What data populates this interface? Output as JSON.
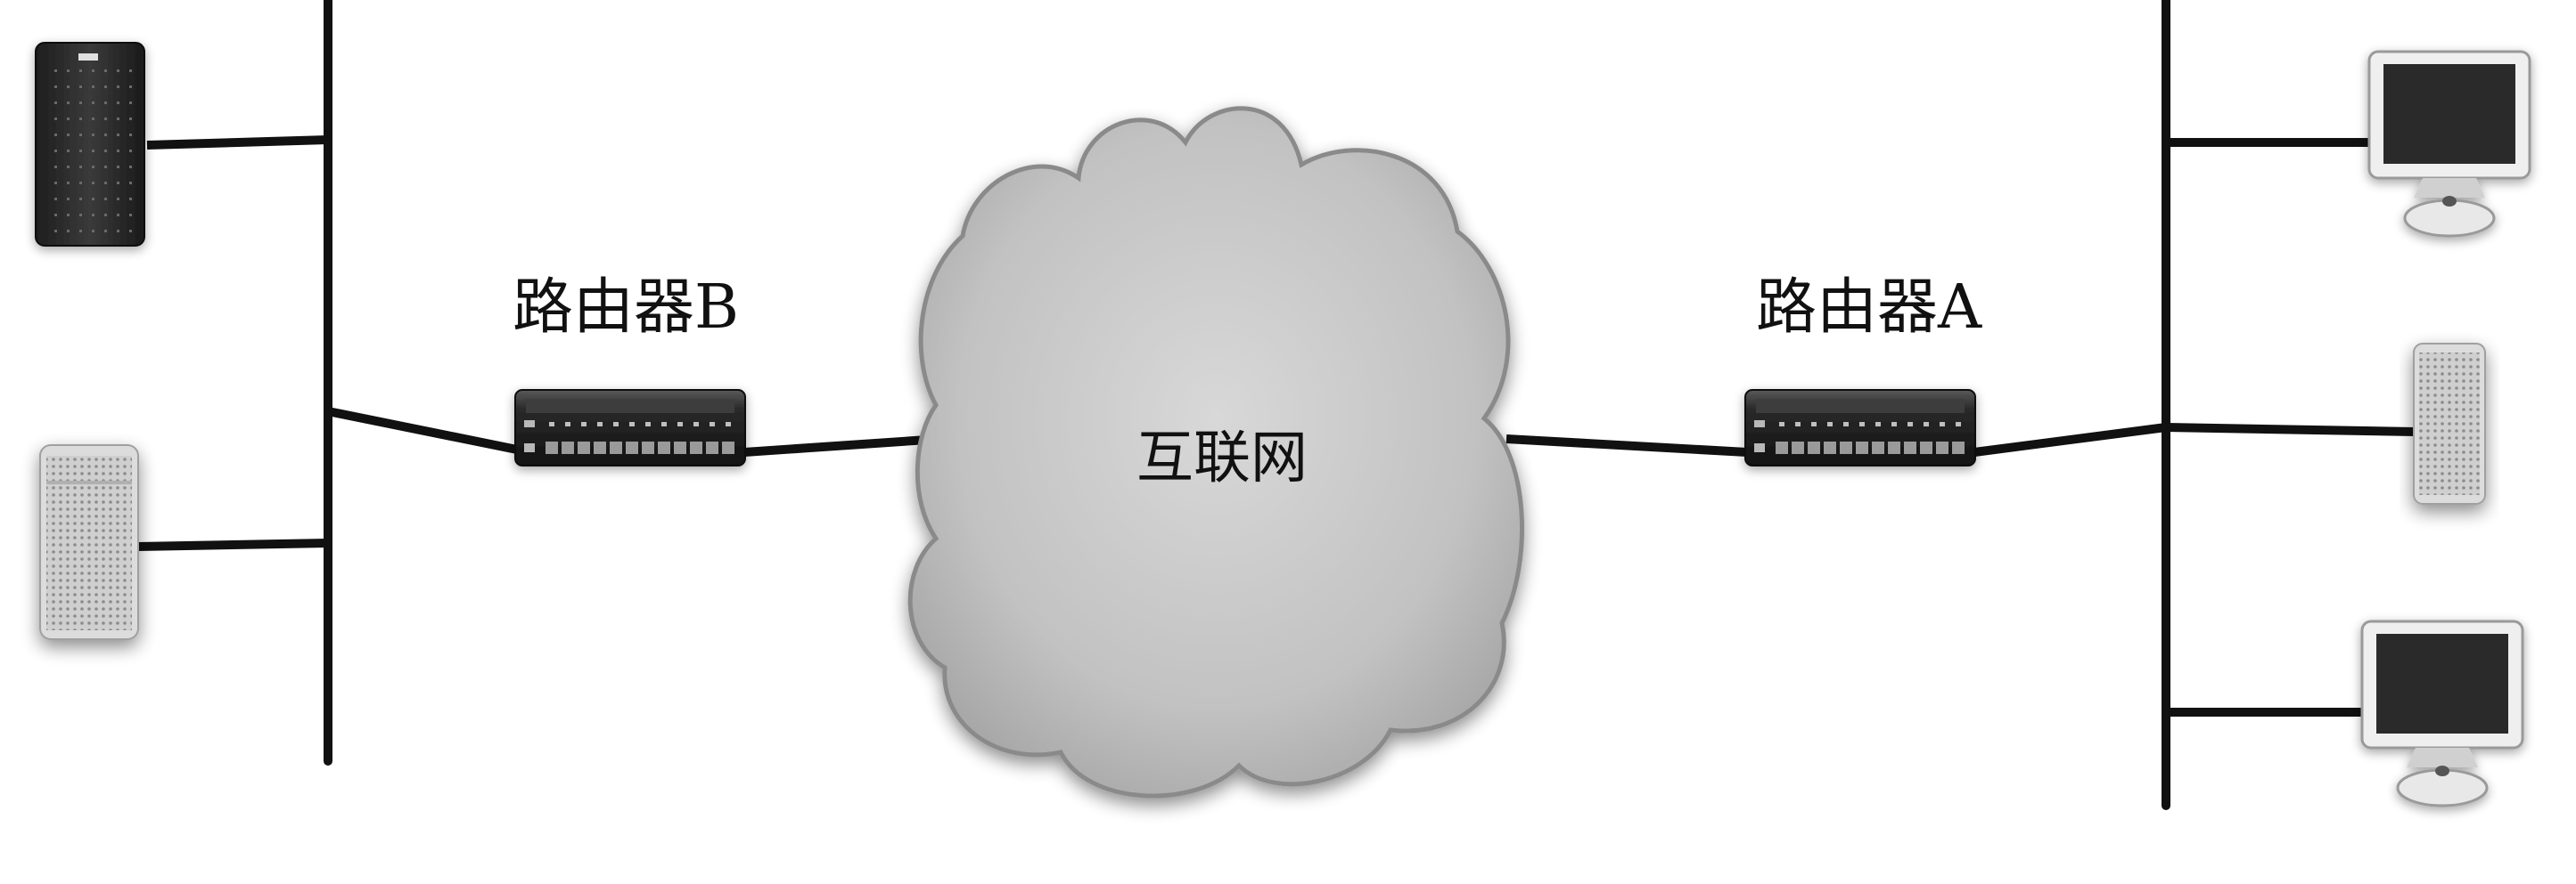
{
  "labels": {
    "router_b": "路由器B",
    "router_a": "路由器A",
    "cloud": "互联网"
  },
  "colors": {
    "line": "#111111",
    "cloud_fill": "#c4c4c4",
    "cloud_stroke": "#8a8a8a",
    "device_dark": "#2d2d2d",
    "device_light": "#d6d6d6"
  }
}
